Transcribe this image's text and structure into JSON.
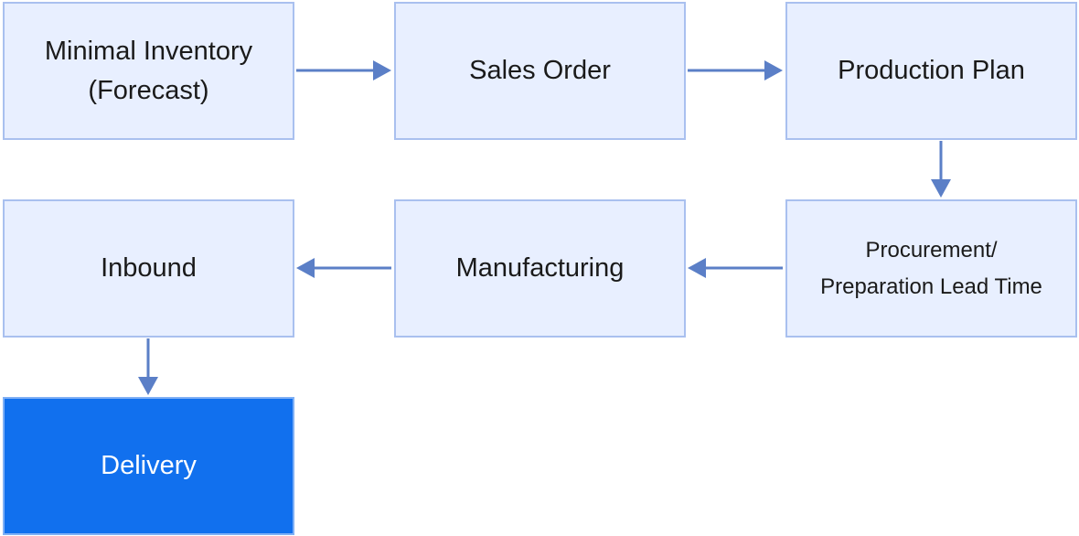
{
  "diagram": {
    "nodes": [
      {
        "id": "minimal-inventory",
        "label": "Minimal Inventory\n(Forecast)"
      },
      {
        "id": "sales-order",
        "label": "Sales Order"
      },
      {
        "id": "production-plan",
        "label": "Production Plan"
      },
      {
        "id": "procurement",
        "label": "Procurement/\nPreparation Lead Time"
      },
      {
        "id": "manufacturing",
        "label": "Manufacturing"
      },
      {
        "id": "inbound",
        "label": "Inbound"
      },
      {
        "id": "delivery",
        "label": "Delivery"
      }
    ],
    "edges": [
      {
        "from": "minimal-inventory",
        "to": "sales-order"
      },
      {
        "from": "sales-order",
        "to": "production-plan"
      },
      {
        "from": "production-plan",
        "to": "procurement"
      },
      {
        "from": "procurement",
        "to": "manufacturing"
      },
      {
        "from": "manufacturing",
        "to": "inbound"
      },
      {
        "from": "inbound",
        "to": "delivery"
      }
    ],
    "colors": {
      "node_fill": "#e8efff",
      "node_border": "#a9c0ef",
      "highlight_fill": "#1170ee",
      "arrow": "#5b7fc7"
    }
  }
}
